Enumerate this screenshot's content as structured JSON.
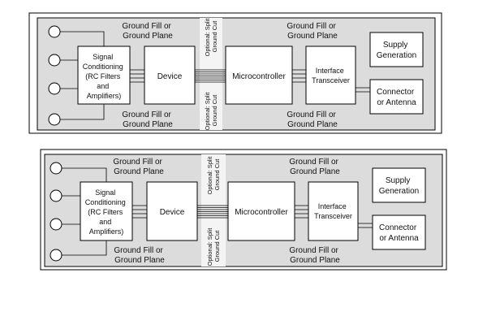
{
  "panels": [
    {
      "ground_labels": {
        "top_left": [
          "Ground Fill or",
          "Ground Plane"
        ],
        "bottom_left": [
          "Ground Fill or",
          "Ground Plane"
        ],
        "top_right": [
          "Ground Fill or",
          "Ground Plane"
        ],
        "bottom_right": [
          "Ground Fill or",
          "Ground Plane"
        ]
      },
      "split_labels": {
        "top": [
          "Optional: Split",
          "Ground Cut"
        ],
        "bottom": [
          "Optional: Split",
          "Ground Cut"
        ]
      },
      "blocks": {
        "signal_conditioning": [
          "Signal",
          "Conditioning",
          "(RC Filters",
          "and",
          "Amplifiers)"
        ],
        "device": [
          "Device"
        ],
        "microcontroller": [
          "Microcontroller"
        ],
        "interface_transceiver": [
          "Interface",
          "Transceiver"
        ],
        "supply_generation": [
          "Supply",
          "Generation"
        ],
        "connector_antenna": [
          "Connector",
          "or Antenna"
        ]
      }
    },
    {
      "ground_labels": {
        "top_left": [
          "Ground Fill or",
          "Ground Plane"
        ],
        "bottom_left": [
          "Ground Fill or",
          "Ground Plane"
        ],
        "top_right": [
          "Ground Fill or",
          "Ground Plane"
        ],
        "bottom_right": [
          "Ground Fill or",
          "Ground Plane"
        ]
      },
      "split_labels": {
        "top": [
          "Optional: Split",
          "Ground Cut"
        ],
        "bottom": [
          "Optional: Split",
          "Ground Cut"
        ]
      },
      "blocks": {
        "signal_conditioning": [
          "Signal",
          "Conditioning",
          "(RC Filters",
          "and",
          "Amplifiers)"
        ],
        "device": [
          "Device"
        ],
        "microcontroller": [
          "Microcontroller"
        ],
        "interface_transceiver": [
          "Interface",
          "Transceiver"
        ],
        "supply_generation": [
          "Supply",
          "Generation"
        ],
        "connector_antenna": [
          "Connector",
          "or Antenna"
        ]
      }
    }
  ]
}
